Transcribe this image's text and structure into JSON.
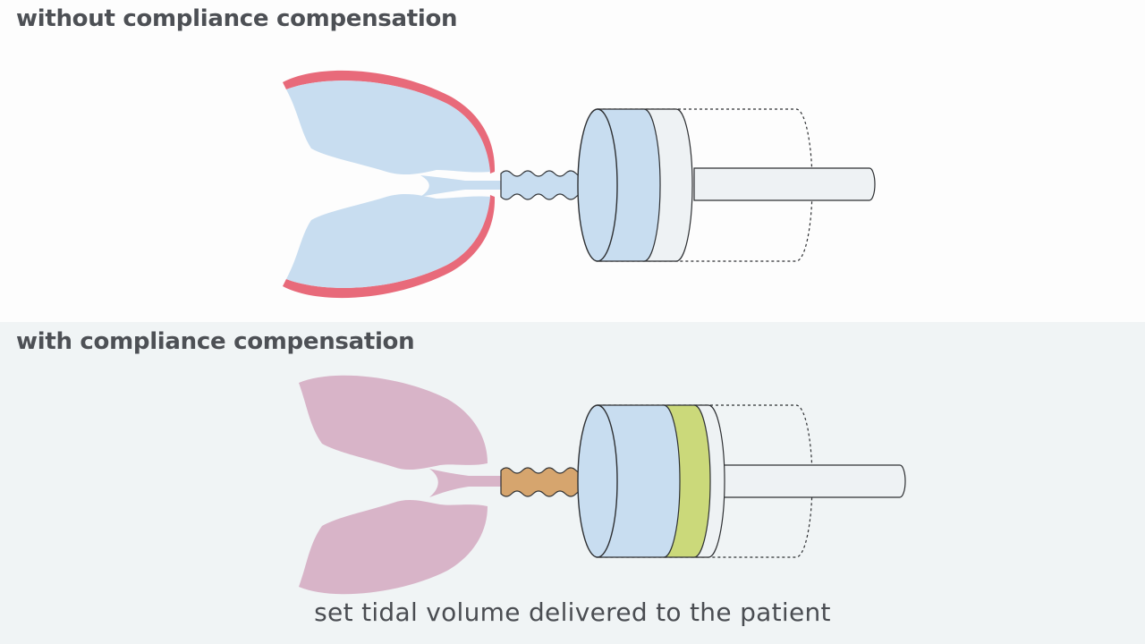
{
  "top_panel": {
    "title": "without compliance compensation"
  },
  "bottom_panel": {
    "title": "with compliance compensation"
  },
  "caption": "set tidal volume delivered to the patient",
  "colors": {
    "lung_fill_top": "#c8ddf0",
    "lung_outline_stretched": "#e86a7a",
    "lung_fill_bottom": "#d8b4c8",
    "tubing_top": "#c8ddf0",
    "tubing_bottom": "#d6a56e",
    "piston_blue": "#c8ddf0",
    "piston_compensation": "#cbd97a",
    "cylinder_outline": "#2e3033",
    "background_top": "#fdfdfd",
    "background_bottom": "#f0f4f5"
  }
}
